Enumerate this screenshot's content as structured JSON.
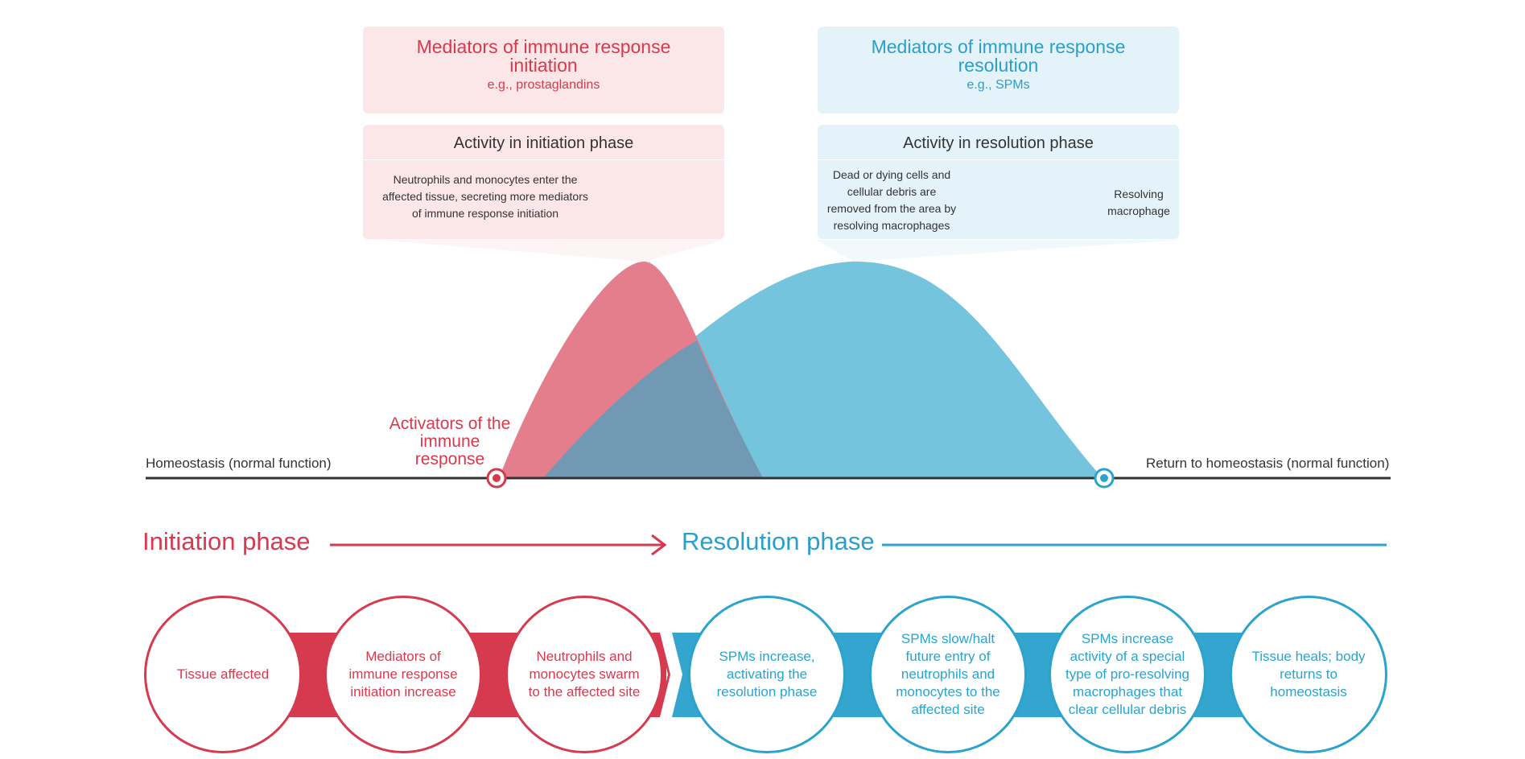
{
  "colors": {
    "initiation": "#d63a4e",
    "resolution": "#2aa3cd",
    "initiation_curve": "#e06c7c",
    "resolution_curve": "#6cc0dc",
    "overlap": "#6f98b5"
  },
  "top_left": {
    "title": "Mediators of immune response initiation",
    "subtitle": "e.g., prostaglandins",
    "activity_title": "Activity in initiation phase",
    "activity_text": "Neutrophils and monocytes enter the affected tissue, secreting more mediators of immune response initiation",
    "icon": "neutrophils-monocytes-icon"
  },
  "top_right": {
    "title": "Mediators of immune response resolution",
    "subtitle": "e.g., SPMs",
    "activity_title": "Activity in resolution phase",
    "activity_text": "Dead or dying cells and cellular debris are removed from the area by resolving macrophages",
    "icon_label": "Resolving macrophage",
    "icon": "macrophage-icon"
  },
  "timeline": {
    "left_label": "Homeostasis (normal function)",
    "right_label": "Return to homeostasis (normal function)",
    "activators": "Activators of the immune response"
  },
  "phases": {
    "initiation": "Initiation phase",
    "resolution": "Resolution phase"
  },
  "steps": [
    {
      "text": "Tissue affected",
      "phase": "initiation"
    },
    {
      "text": "Mediators of immune response initiation increase",
      "phase": "initiation"
    },
    {
      "text": "Neutrophils and monocytes swarm to the affected site",
      "phase": "initiation"
    },
    {
      "text": "SPMs increase, activating the resolution phase",
      "phase": "resolution"
    },
    {
      "text": "SPMs slow/halt future entry of neutrophils and monocytes to the affected site",
      "phase": "resolution"
    },
    {
      "text": "SPMs increase activity of a special type of pro-resolving macrophages that clear cellular debris",
      "phase": "resolution"
    },
    {
      "text": "Tissue heals; body returns to homeostasis",
      "phase": "resolution"
    }
  ]
}
